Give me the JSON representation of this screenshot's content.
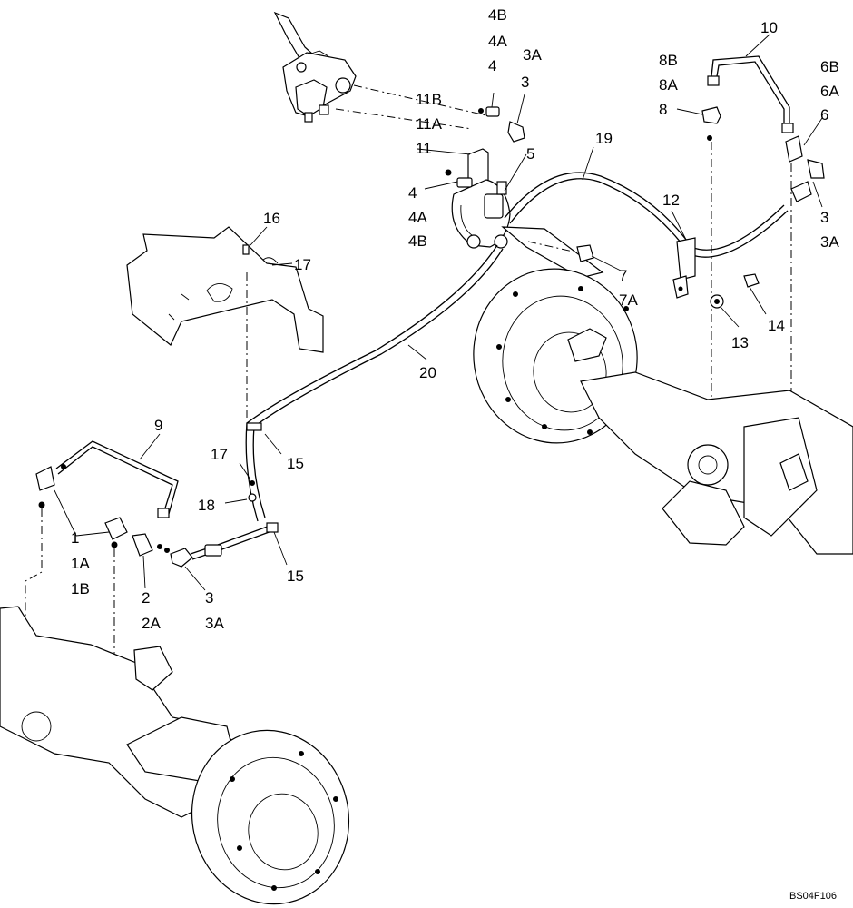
{
  "diagram": {
    "drawing_code": "BS04F106",
    "labels": {
      "p1": "1",
      "p1a": "1A",
      "p1b": "1B",
      "p2": "2",
      "p2a": "2A",
      "p3a_main": "3",
      "p3a_a": "3A",
      "p3b_main": "3",
      "p3b_a": "3A",
      "p3c_main": "3",
      "p3c_a": "3A",
      "p4a_main": "4",
      "p4a_a": "4A",
      "p4a_b": "4B",
      "p4b_main": "4",
      "p4b_a": "4A",
      "p4b_b": "4B",
      "p5": "5",
      "p6": "6",
      "p6a": "6A",
      "p6b": "6B",
      "p7": "7",
      "p7a": "7A",
      "p8": "8",
      "p8a": "8A",
      "p8b": "8B",
      "p9": "9",
      "p10": "10",
      "p11": "11",
      "p11a": "11A",
      "p11b": "11B",
      "p12": "12",
      "p13": "13",
      "p14": "14",
      "p15a": "15",
      "p15b": "15",
      "p16": "16",
      "p17a": "17",
      "p17b": "17",
      "p18": "18",
      "p19": "19",
      "p20": "20"
    }
  }
}
